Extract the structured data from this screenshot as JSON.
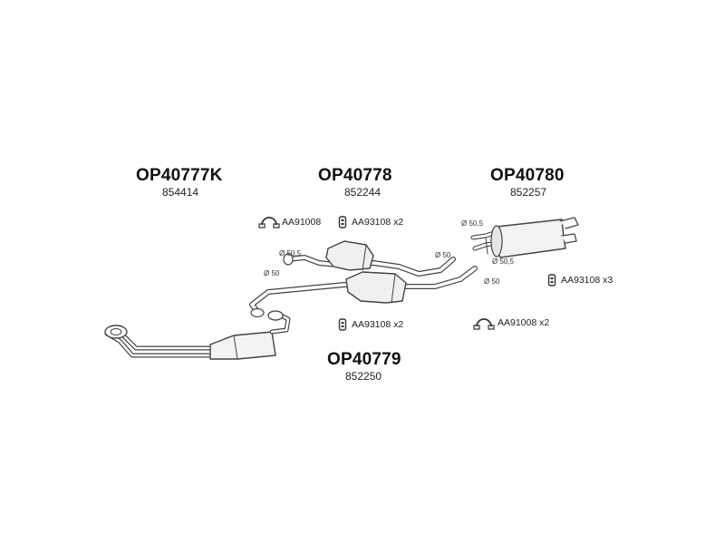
{
  "parts": [
    {
      "code": "OP40777K",
      "number": "854414"
    },
    {
      "code": "OP40778",
      "number": "852244"
    },
    {
      "code": "OP40780",
      "number": "852257"
    },
    {
      "code": "OP40779",
      "number": "852250"
    }
  ],
  "accessories": [
    {
      "icon": "clamp-icon",
      "label": "AA91008"
    },
    {
      "icon": "hanger-icon",
      "label": "AA93108 x2"
    },
    {
      "icon": "hanger-icon",
      "label": "AA93108 x3"
    },
    {
      "icon": "hanger-icon",
      "label": "AA93108 x2"
    },
    {
      "icon": "clamp-icon",
      "label": "AA91008 x2"
    }
  ],
  "dimensions": [
    "Ø 50,5",
    "Ø 50",
    "Ø 50",
    "Ø 50",
    "Ø 50,5",
    "Ø 50,5"
  ]
}
